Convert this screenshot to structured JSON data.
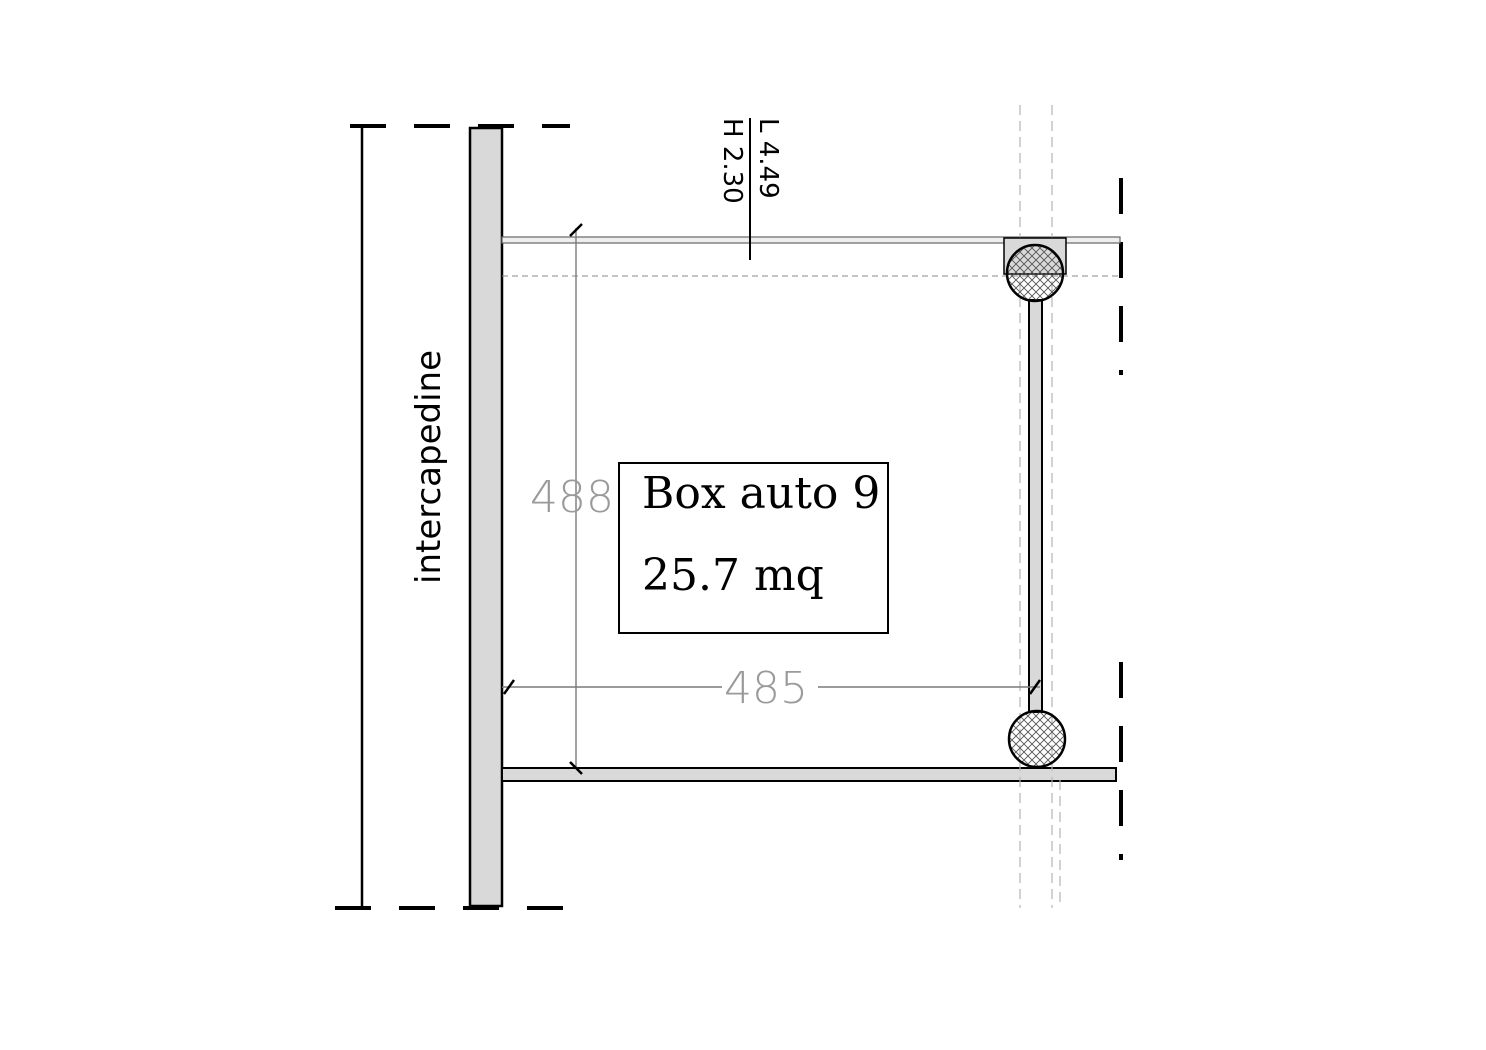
{
  "room": {
    "name": "Box auto 9",
    "area": "25.7 mq"
  },
  "dimensions": {
    "height_dim": "488",
    "width_dim": "485"
  },
  "opening": {
    "length": "L 4.49",
    "height": "H 2.30"
  },
  "labels": {
    "cavity": "intercapedine"
  },
  "colors": {
    "wall_fill": "#d9d9d9",
    "line": "#000000",
    "dimension": "#9a9a9a",
    "guide": "#b5b5b5"
  }
}
